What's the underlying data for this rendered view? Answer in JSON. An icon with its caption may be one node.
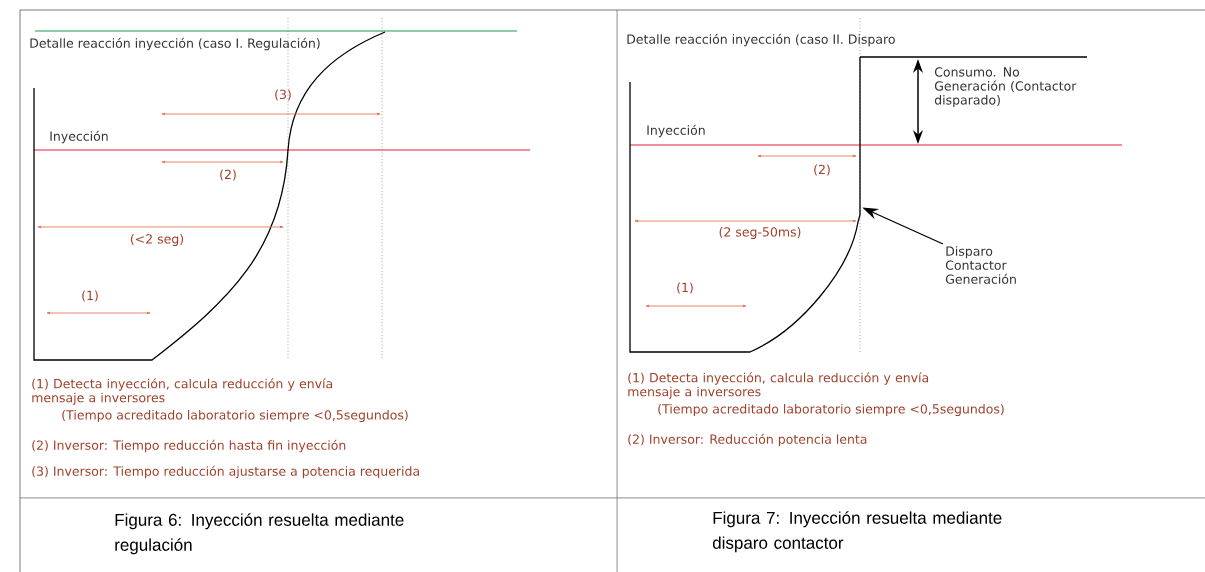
{
  "diagram": {
    "nodes": [
      {
        "text": [
          "Disparo Contactor Generación"
        ]
      },
      {
        "text": [],
        "shape": "picture"
      }
    ],
    "edges": [
      {
        "from": 0,
        "to": 1,
        "arrow": "to"
      }
    ],
    "labels": [
      "Detalle reacción inyección (caso I. Regulación)",
      "Inyección",
      "(3)",
      "(2)",
      "(<2 seg)",
      "(1)",
      "(1) Detecta inyección, calcula reducción y envía mensaje a inversores",
      "(Tiempo acreditado laboratorio siempre <0,5segundos)",
      "(2) Inversor: Tiempo reducción hasta fin inyección",
      "(3) Inversor: Tiempo reducción ajustarse a potencia requerida",
      "Figura 6: Inyección resuelta mediante regulación",
      "Detalle reacción inyección (caso II. Disparo",
      "Consumo. No Generación (Contactor disparado)",
      "Inyección",
      "(2)",
      "(2 seg-50ms)",
      "(1)",
      "(1) Detecta inyección, calcula reducción y envía mensaje a inversores",
      "(Tiempo acreditado laboratorio siempre <0,5segundos)",
      "(2) Inversor: Reducción potencia lenta",
      "Figura 7: Inyección resuelta mediante disparo contactor"
    ]
  }
}
